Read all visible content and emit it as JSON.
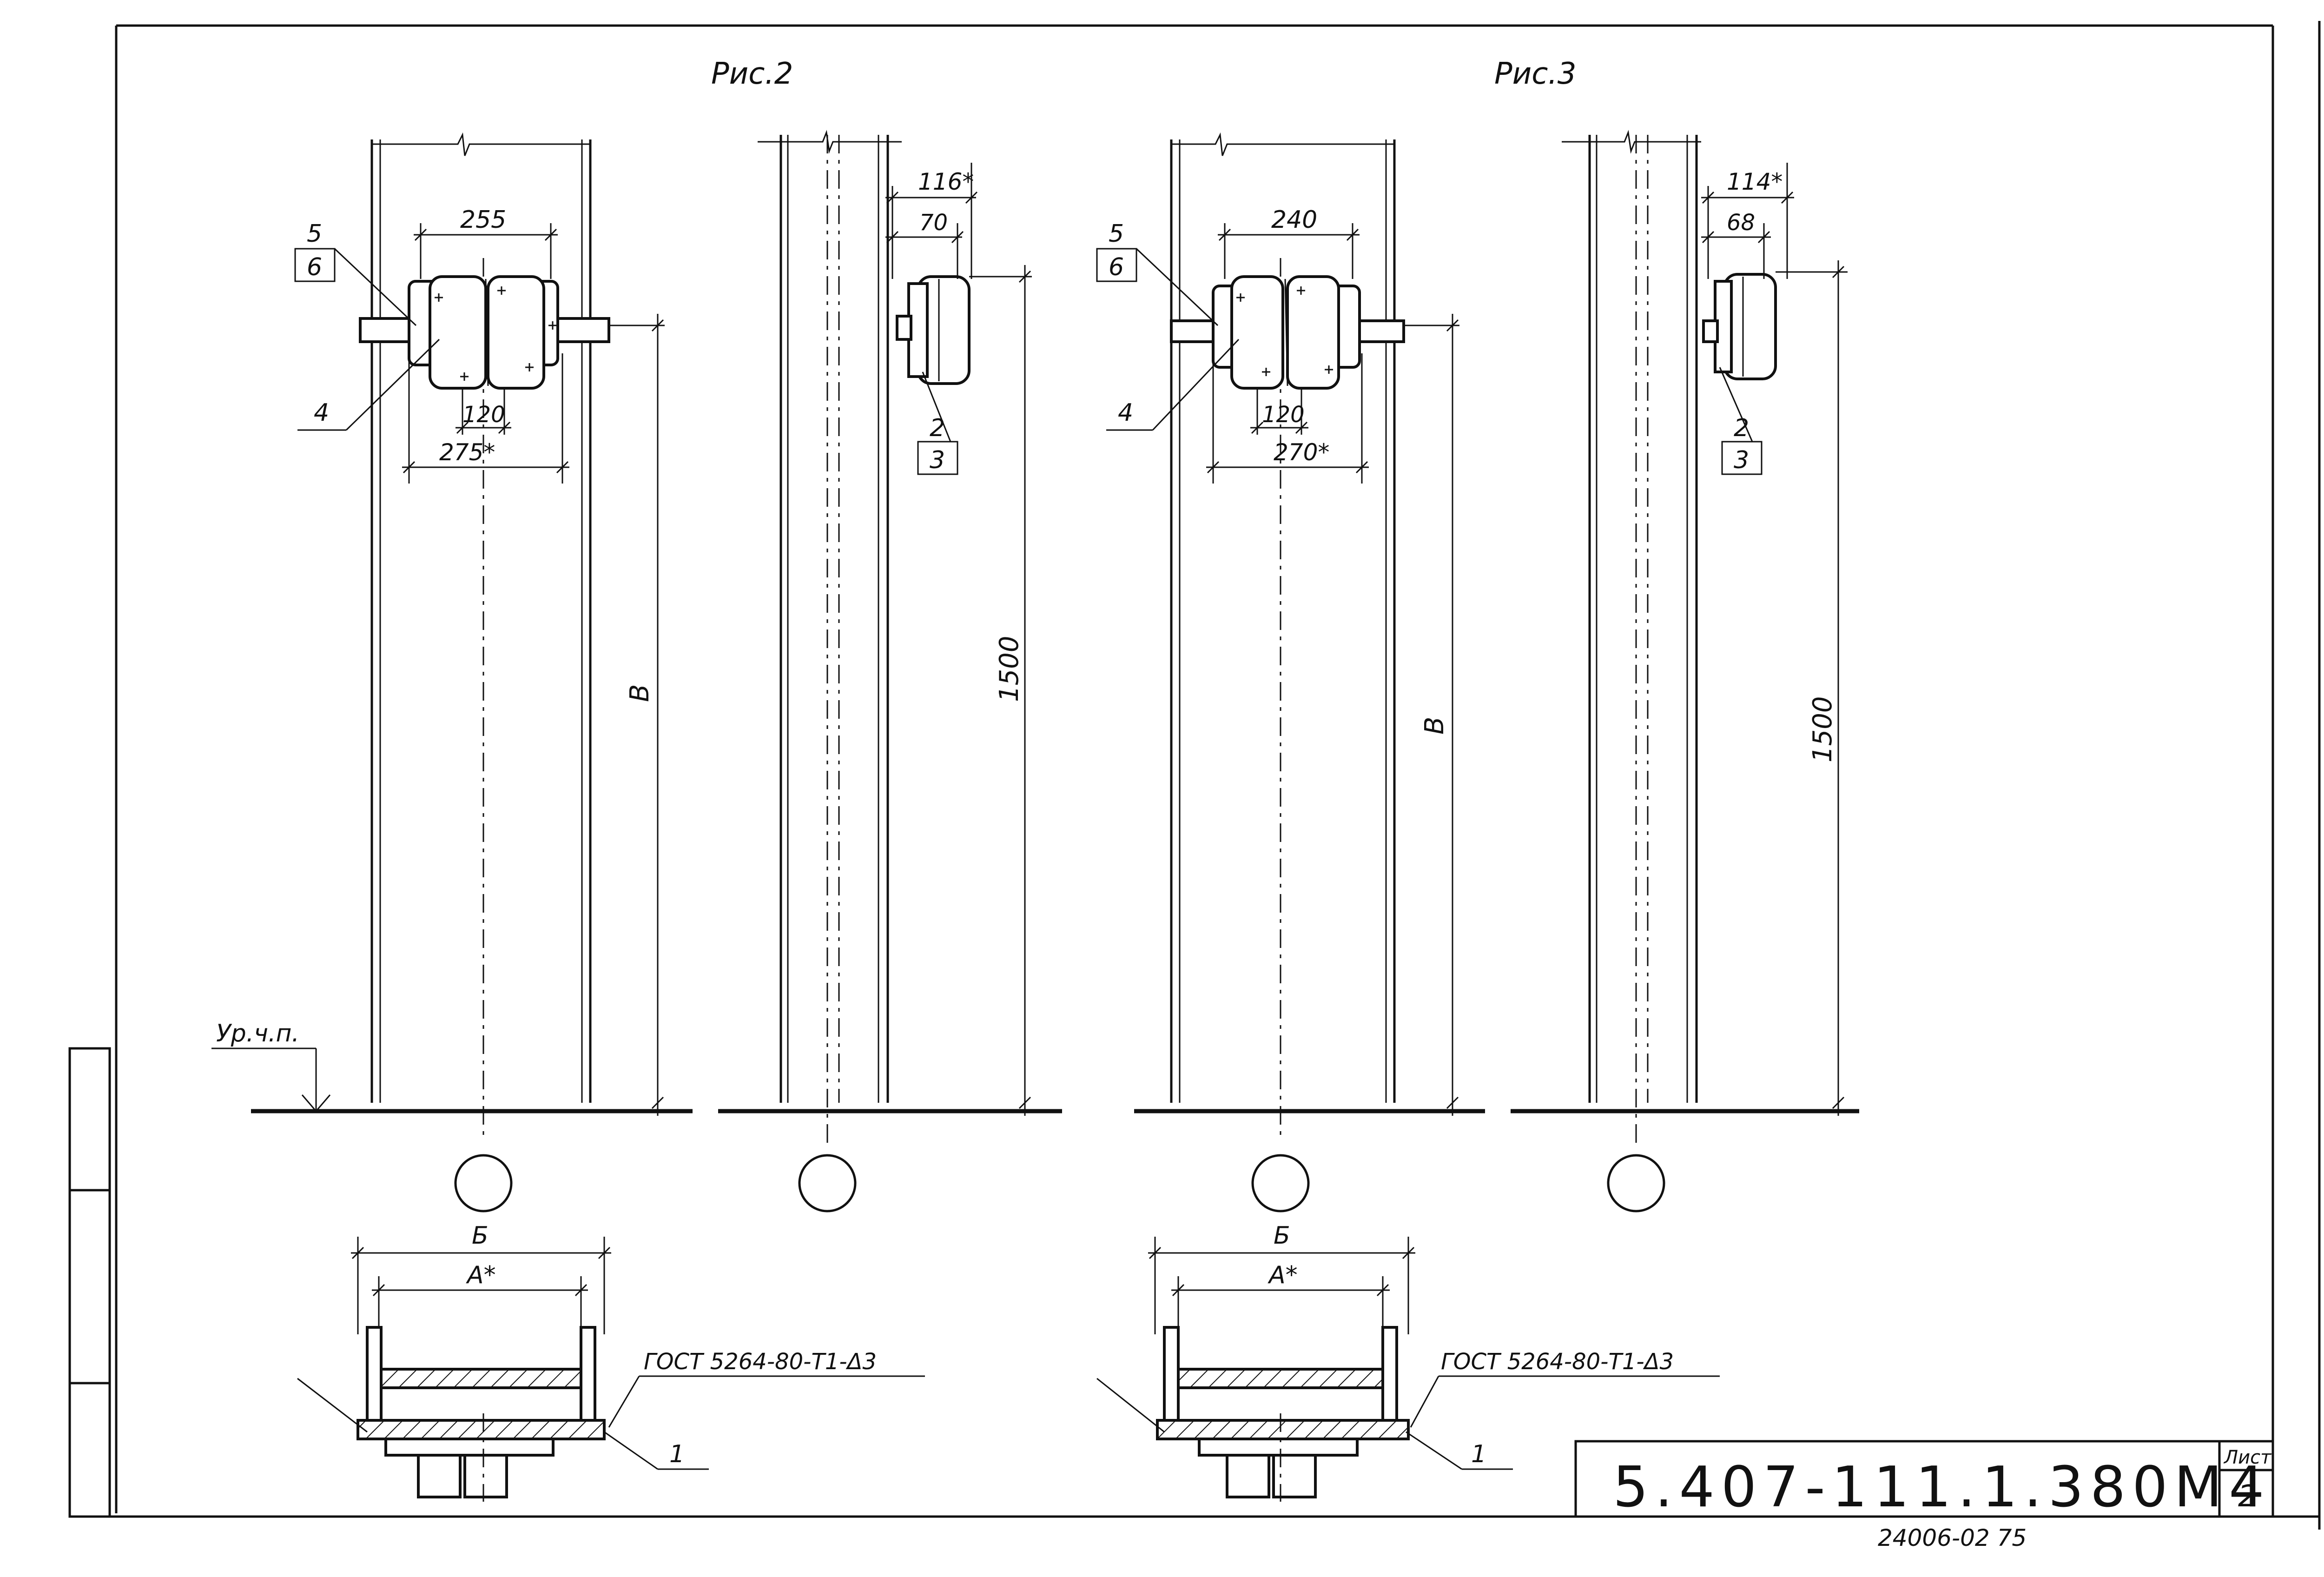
{
  "figures": {
    "fig2_label": "Рис.2",
    "fig3_label": "Рис.3"
  },
  "fig2": {
    "front": {
      "dim_top": "255",
      "dim_inner": "120",
      "dim_bottom": "275*",
      "callout_5": "5",
      "callout_6": "6",
      "callout_4": "4",
      "dim_height": "В"
    },
    "side": {
      "dim_outer": "116*",
      "dim_inner": "70",
      "callout_2": "2",
      "callout_3": "3",
      "dim_height": "1500"
    },
    "section": {
      "dim_b": "Б",
      "dim_a": "А*",
      "weld_note": "ГОСТ 5264-80-Т1-Δ3",
      "callout_1": "1"
    }
  },
  "fig3": {
    "front": {
      "dim_top": "240",
      "dim_inner": "120",
      "dim_bottom": "270*",
      "callout_5": "5",
      "callout_6": "6",
      "callout_4": "4",
      "dim_height": "В"
    },
    "side": {
      "dim_outer": "114*",
      "dim_inner": "68",
      "callout_2": "2",
      "callout_3": "3",
      "dim_height": "1500"
    },
    "section": {
      "dim_b": "Б",
      "dim_a": "А*",
      "weld_note": "ГОСТ 5264-80-Т1-Δ3",
      "callout_1": "1"
    }
  },
  "floor_level_label": "Ур.ч.п.",
  "title_block": {
    "document_code": "5.407-111.1.380М4",
    "sheet_label": "Лист",
    "sheet_number": "2"
  },
  "archive_number": "24006-02 75"
}
